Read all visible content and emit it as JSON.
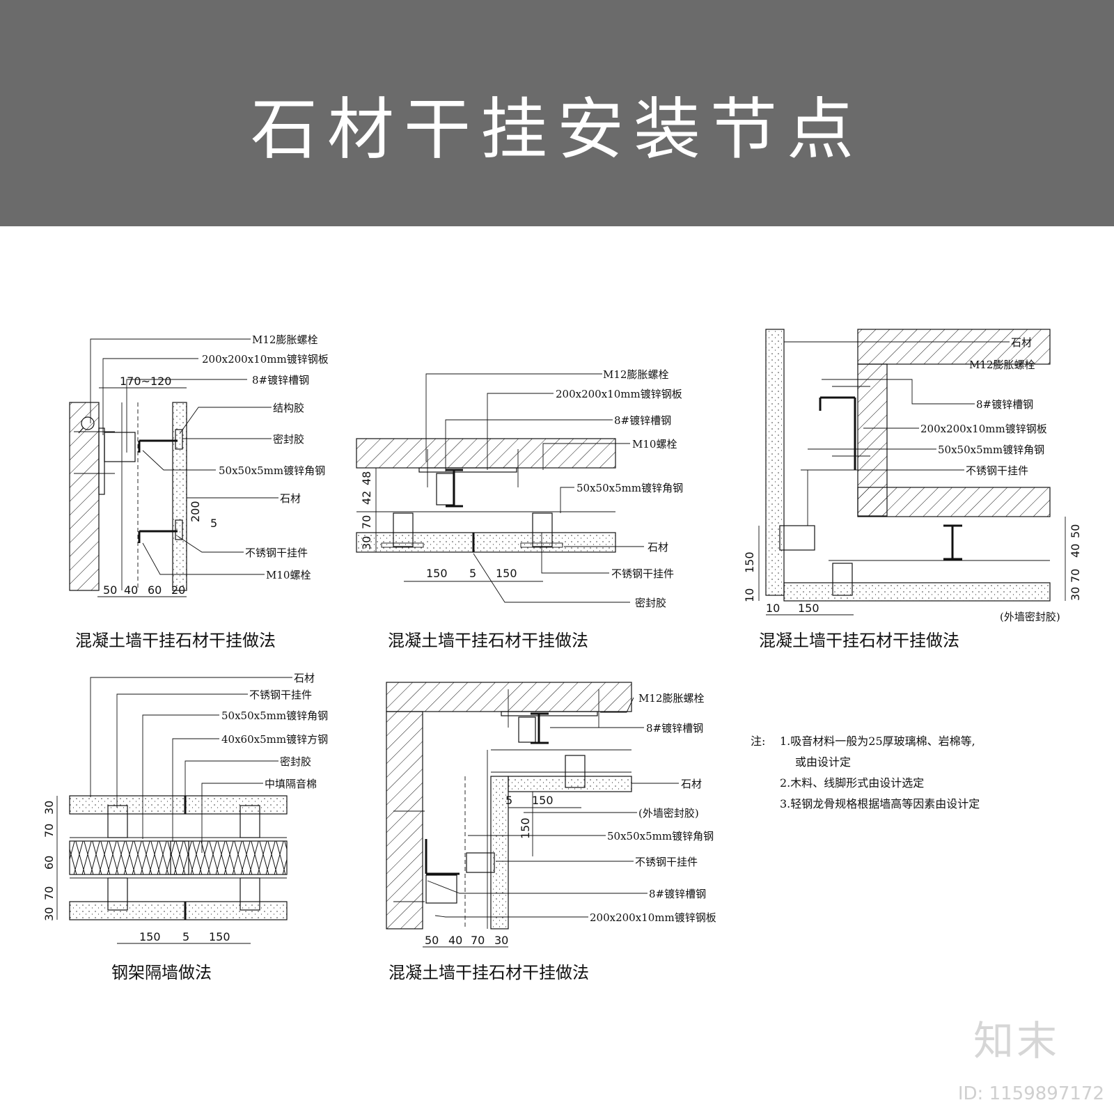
{
  "header": {
    "title": "石材干挂安装节点",
    "background": "#6b6b6b"
  },
  "details": [
    {
      "caption": "混凝土墙干挂石材干挂做法",
      "labels": [
        "M12膨胀螺栓",
        "200x200x10mm镀锌钢板",
        "8#镀锌槽钢",
        "结构胶",
        "密封胶",
        "50x50x5mm镀锌角钢",
        "石材",
        "不锈钢干挂件",
        "M10螺栓"
      ],
      "dims": [
        "170~120",
        "50",
        "40",
        "60",
        "20",
        "200",
        "5"
      ]
    },
    {
      "caption": "混凝土墙干挂石材干挂做法",
      "labels": [
        "M12膨胀螺栓",
        "200x200x10mm镀锌钢板",
        "8#镀锌槽钢",
        "M10螺栓",
        "50x50x5mm镀锌角钢",
        "石材",
        "不锈钢干挂件",
        "密封胶"
      ],
      "dims": [
        "42",
        "48",
        "70",
        "30",
        "150",
        "5",
        "150"
      ]
    },
    {
      "caption": "混凝土墙干挂石材干挂做法",
      "labels": [
        "石材",
        "M12膨胀螺栓",
        "8#镀锌槽钢",
        "200x200x10mm镀锌钢板",
        "50x50x5mm镀锌角钢",
        "不锈钢干挂件",
        "(外墙密封胶)"
      ],
      "dims": [
        "150",
        "10",
        "10",
        "150",
        "50",
        "40",
        "70",
        "30"
      ]
    },
    {
      "caption": "钢架隔墙做法",
      "labels": [
        "石材",
        "不锈钢干挂件",
        "50x50x5mm镀锌角钢",
        "40x60x5mm镀锌方钢",
        "密封胶",
        "中填隔音棉"
      ],
      "dims": [
        "30",
        "70",
        "60",
        "70",
        "30",
        "150",
        "5",
        "150"
      ]
    },
    {
      "caption": "混凝土墙干挂石材干挂做法",
      "labels": [
        "M12膨胀螺栓",
        "8#镀锌槽钢",
        "石材",
        "(外墙密封胶)",
        "50x50x5mm镀锌角钢",
        "不锈钢干挂件",
        "8#镀锌槽钢",
        "200x200x10mm镀锌钢板"
      ],
      "dims": [
        "5",
        "150",
        "150",
        "50",
        "40",
        "70",
        "30"
      ]
    }
  ],
  "notes": {
    "prefix": "注:",
    "lines": [
      "1.吸音材料一般为25厚玻璃棉、岩棉等,",
      "或由设计定",
      "2.木料、线脚形式由设计选定",
      "3.轻钢龙骨规格根据墙高等因素由设计定"
    ]
  },
  "brand": "知末",
  "asset_id": "ID: 1159897172",
  "icons": [
    "magnifier-icon"
  ]
}
